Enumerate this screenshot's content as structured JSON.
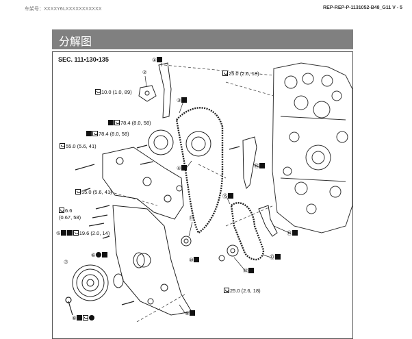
{
  "header": {
    "vin_label": "车架号：XXXXY6LXXXXXXXXXXX",
    "page_code": "REP-REP-P-1131052-B48_G11 V - 5"
  },
  "section": {
    "title": "分解图"
  },
  "diagram": {
    "sec_code": "SEC. 111•130•135",
    "labels": {
      "l1": "①",
      "l2": "②",
      "l3": "③",
      "l4": "④",
      "l5": "⑤",
      "l6": "⑥",
      "l7": "⑦",
      "l8": "⑧",
      "l9": "⑨",
      "l10": "⑩",
      "l11": "⑪",
      "l12": "⑫",
      "l13": "⑬",
      "l14": "⑭",
      "l15": "⑮",
      "l16": "⑯",
      "t_10": "10.0 (1.0, 89)",
      "t_25a": "25.0 (2.6, 18)",
      "t_784a": "78.4 (8.0, 58)",
      "t_784b": "78.4 (8.0, 58)",
      "t_55a": "55.0 (5.6, 41)",
      "t_55b": "55.0 (5.6, 41)",
      "t_66": "6.6",
      "t_66b": "(0.67, 58)",
      "t_196": "19.6 (2.0, 14)",
      "t_25b": "25.0 (2.6, 18)"
    }
  },
  "icons": [
    "new-part-icon",
    "torque-wrench-icon",
    "do-not-reuse-icon",
    "lubricate-icon"
  ]
}
